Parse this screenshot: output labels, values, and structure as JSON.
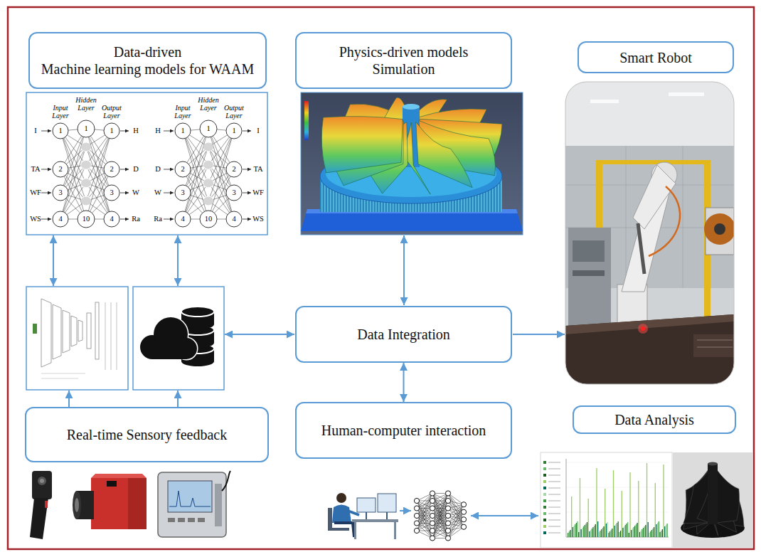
{
  "diagram": {
    "nodes": [
      {
        "text": [
          "Data-driven",
          "Machine learning models for WAAM"
        ]
      },
      {
        "text": [
          "Physics-driven models Simulation"
        ]
      },
      {
        "text": [
          "Smart Robot"
        ]
      },
      {
        "text": [
          "Data Integration"
        ]
      },
      {
        "text": [
          "Real-time Sensory feedback"
        ]
      },
      {
        "text": [
          "Human-computer interaction"
        ]
      },
      {
        "text": [
          "Data Analysis"
        ]
      }
    ],
    "edges": [
      {
        "from": 3,
        "to": 5,
        "arrow": "both"
      }
    ],
    "labels": [
      "Input Layer",
      "Hidden Layer",
      "Output Layer",
      "I",
      "TA",
      "WF",
      "WS",
      "1",
      "2",
      "3",
      "4",
      "1",
      "10",
      "1",
      "2",
      "3",
      "4",
      "H",
      "D",
      "W",
      "Ra",
      "Input Layer",
      "Hidden Layer",
      "Output Layer",
      "H",
      "D",
      "W",
      "Ra",
      "1",
      "2",
      "3",
      "4",
      "1",
      "10",
      "1",
      "2",
      "3",
      "4",
      "I",
      "TA",
      "WF",
      "WS"
    ]
  }
}
